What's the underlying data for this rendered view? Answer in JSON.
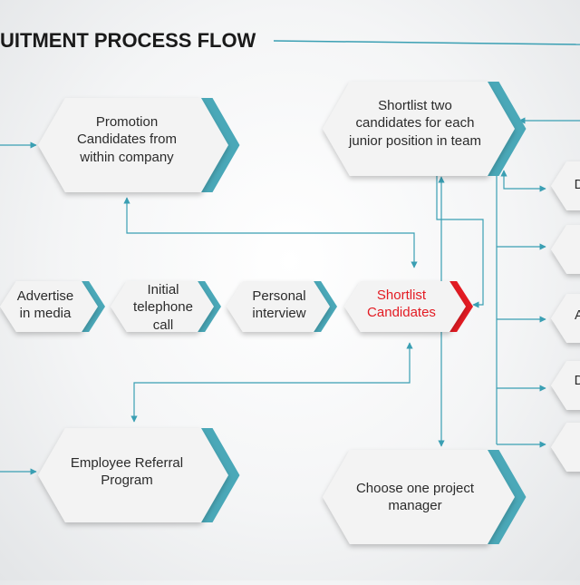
{
  "title": "UITMENT PROCESS FLOW",
  "colors": {
    "accent": "#4aa8b8",
    "highlight": "#e31b23",
    "connector": "#3a9fb3",
    "box_fill": "#f3f3f3",
    "title_line": "#3a9fb3"
  },
  "nodes": {
    "promotion": "Promotion\nCandidates from\nwithin company",
    "shortlist_two": "Shortlist two\ncandidates for each\njunior position in team",
    "advertise": "Advertise\nin media",
    "telephone": "Initial\ntelephone\ncall",
    "personal": "Personal\ninterview",
    "shortlist_candidates": "Shortlist\nCandidates",
    "referral": "Employee Referral\nProgram",
    "project_manager": "Choose one project\nmanager",
    "right_1": "D",
    "right_2": "",
    "right_3": "A",
    "right_4": "D",
    "right_5": ""
  }
}
